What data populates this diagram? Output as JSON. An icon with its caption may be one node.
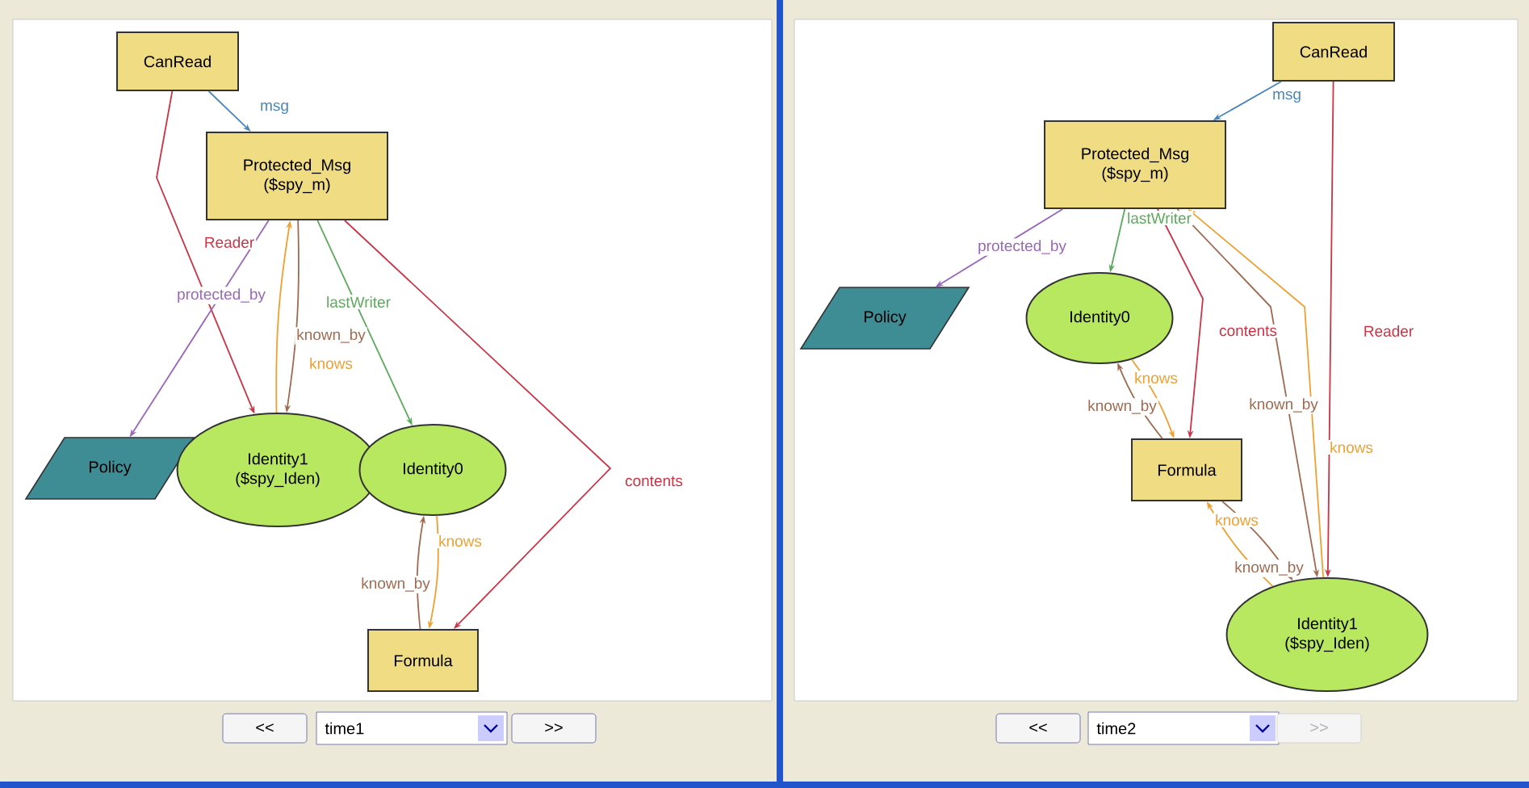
{
  "diagram": {
    "nodes": [
      {
        "text": [
          "CanRead"
        ]
      },
      {
        "text": [
          "Protected_Msg ($spy_m)"
        ]
      },
      {
        "text": [
          "Policy"
        ]
      },
      {
        "text": [
          "Identity1 ($spy_Iden)"
        ]
      },
      {
        "text": [
          "Identity0"
        ]
      },
      {
        "text": [
          "Formula"
        ]
      },
      {
        "text": [
          "CanRead"
        ]
      },
      {
        "text": [
          "Protected_Msg ($spy_m)"
        ]
      },
      {
        "text": [
          "Policy"
        ]
      },
      {
        "text": [
          "Identity0"
        ]
      },
      {
        "text": [
          "Formula"
        ]
      },
      {
        "text": [
          "Identity1 ($spy_Iden)"
        ]
      }
    ],
    "edges": [
      {
        "from": 0,
        "to": 1,
        "arrow": "to",
        "label": "msg",
        "color": "#4a86b8"
      },
      {
        "from": 0,
        "to": 3,
        "arrow": "to",
        "label": "Reader",
        "color": "#cc3344"
      },
      {
        "from": 1,
        "to": 2,
        "arrow": "to",
        "label": "protected_by",
        "color": "#9966bb"
      },
      {
        "from": 1,
        "to": 3,
        "arrow": "to",
        "label": "known_by",
        "color": "#a06a50"
      },
      {
        "from": 3,
        "to": 1,
        "arrow": "to",
        "label": "knows",
        "color": "#f0a030"
      },
      {
        "from": 1,
        "to": 4,
        "arrow": "to",
        "label": "lastWriter",
        "color": "#5aaa5a"
      },
      {
        "from": 1,
        "to": 5,
        "arrow": "to",
        "label": "contents",
        "color": "#cc3344"
      },
      {
        "from": 4,
        "to": 5,
        "arrow": "to",
        "label": "knows",
        "color": "#f0a030"
      },
      {
        "from": 5,
        "to": 4,
        "arrow": "to",
        "label": "known_by",
        "color": "#a06a50"
      },
      {
        "from": 6,
        "to": 7,
        "arrow": "to",
        "label": "msg",
        "color": "#4a86b8"
      },
      {
        "from": 6,
        "to": 11,
        "arrow": "to",
        "label": "Reader",
        "color": "#cc3344"
      },
      {
        "from": 7,
        "to": 8,
        "arrow": "to",
        "label": "protected_by",
        "color": "#9966bb"
      },
      {
        "from": 7,
        "to": 9,
        "arrow": "to",
        "label": "lastWriter",
        "color": "#5aaa5a"
      },
      {
        "from": 7,
        "to": 10,
        "arrow": "to",
        "label": "contents",
        "color": "#cc3344"
      },
      {
        "from": 9,
        "to": 10,
        "arrow": "to",
        "label": "knows",
        "color": "#f0a030"
      },
      {
        "from": 10,
        "to": 9,
        "arrow": "to",
        "label": "known_by",
        "color": "#a06a50"
      },
      {
        "from": 7,
        "to": 11,
        "arrow": "to",
        "label": "known_by",
        "color": "#a06a50"
      },
      {
        "from": 11,
        "to": 7,
        "arrow": "to",
        "label": "knows",
        "color": "#f0a030"
      },
      {
        "from": 11,
        "to": 10,
        "arrow": "to",
        "label": "knows",
        "color": "#f0a030"
      },
      {
        "from": 10,
        "to": 11,
        "arrow": "to",
        "label": "known_by",
        "color": "#a06a50"
      }
    ],
    "labels": [
      "<<",
      "time1",
      ">>",
      "<<",
      "time2",
      ">>"
    ]
  }
}
